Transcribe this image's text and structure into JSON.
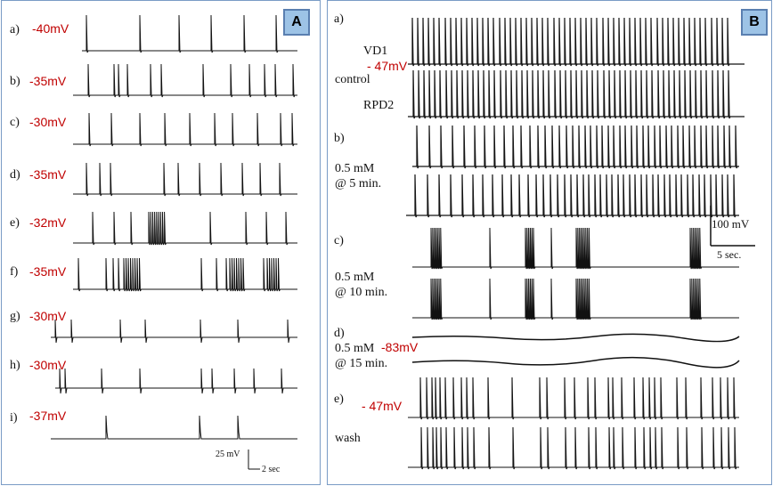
{
  "panelA": {
    "letter": "A",
    "rows": [
      {
        "tag": "a)",
        "voltage": "-40mV"
      },
      {
        "tag": "b)",
        "voltage": "-35mV"
      },
      {
        "tag": "c)",
        "voltage": "-30mV"
      },
      {
        "tag": "d)",
        "voltage": "-35mV"
      },
      {
        "tag": "e)",
        "voltage": "-32mV"
      },
      {
        "tag": "f)",
        "voltage": "-35mV"
      },
      {
        "tag": "g)",
        "voltage": "-30mV"
      },
      {
        "tag": "h)",
        "voltage": "-30mV"
      },
      {
        "tag": "i)",
        "voltage": "-37mV"
      }
    ],
    "scale_voltage": "25 mV",
    "scale_time": "2 sec"
  },
  "panelB": {
    "letter": "B",
    "rows": {
      "a": {
        "tag": "a)",
        "cell1": "VD1",
        "voltage": "- 47mV",
        "condition": "control",
        "cell2": "RPD2"
      },
      "b": {
        "tag": "b)",
        "line1": "0.5 mM",
        "line2": "@ 5 min."
      },
      "c": {
        "tag": "c)",
        "line1": "0.5 mM",
        "line2": "@ 10 min."
      },
      "d": {
        "tag": "d)",
        "line1": "0.5 mM",
        "voltage": "-83mV",
        "line2": "@ 15 min."
      },
      "e": {
        "tag": "e)",
        "voltage": "- 47mV",
        "line1": "wash"
      }
    },
    "scale_voltage": "100 mV",
    "scale_time": "5 sec."
  }
}
